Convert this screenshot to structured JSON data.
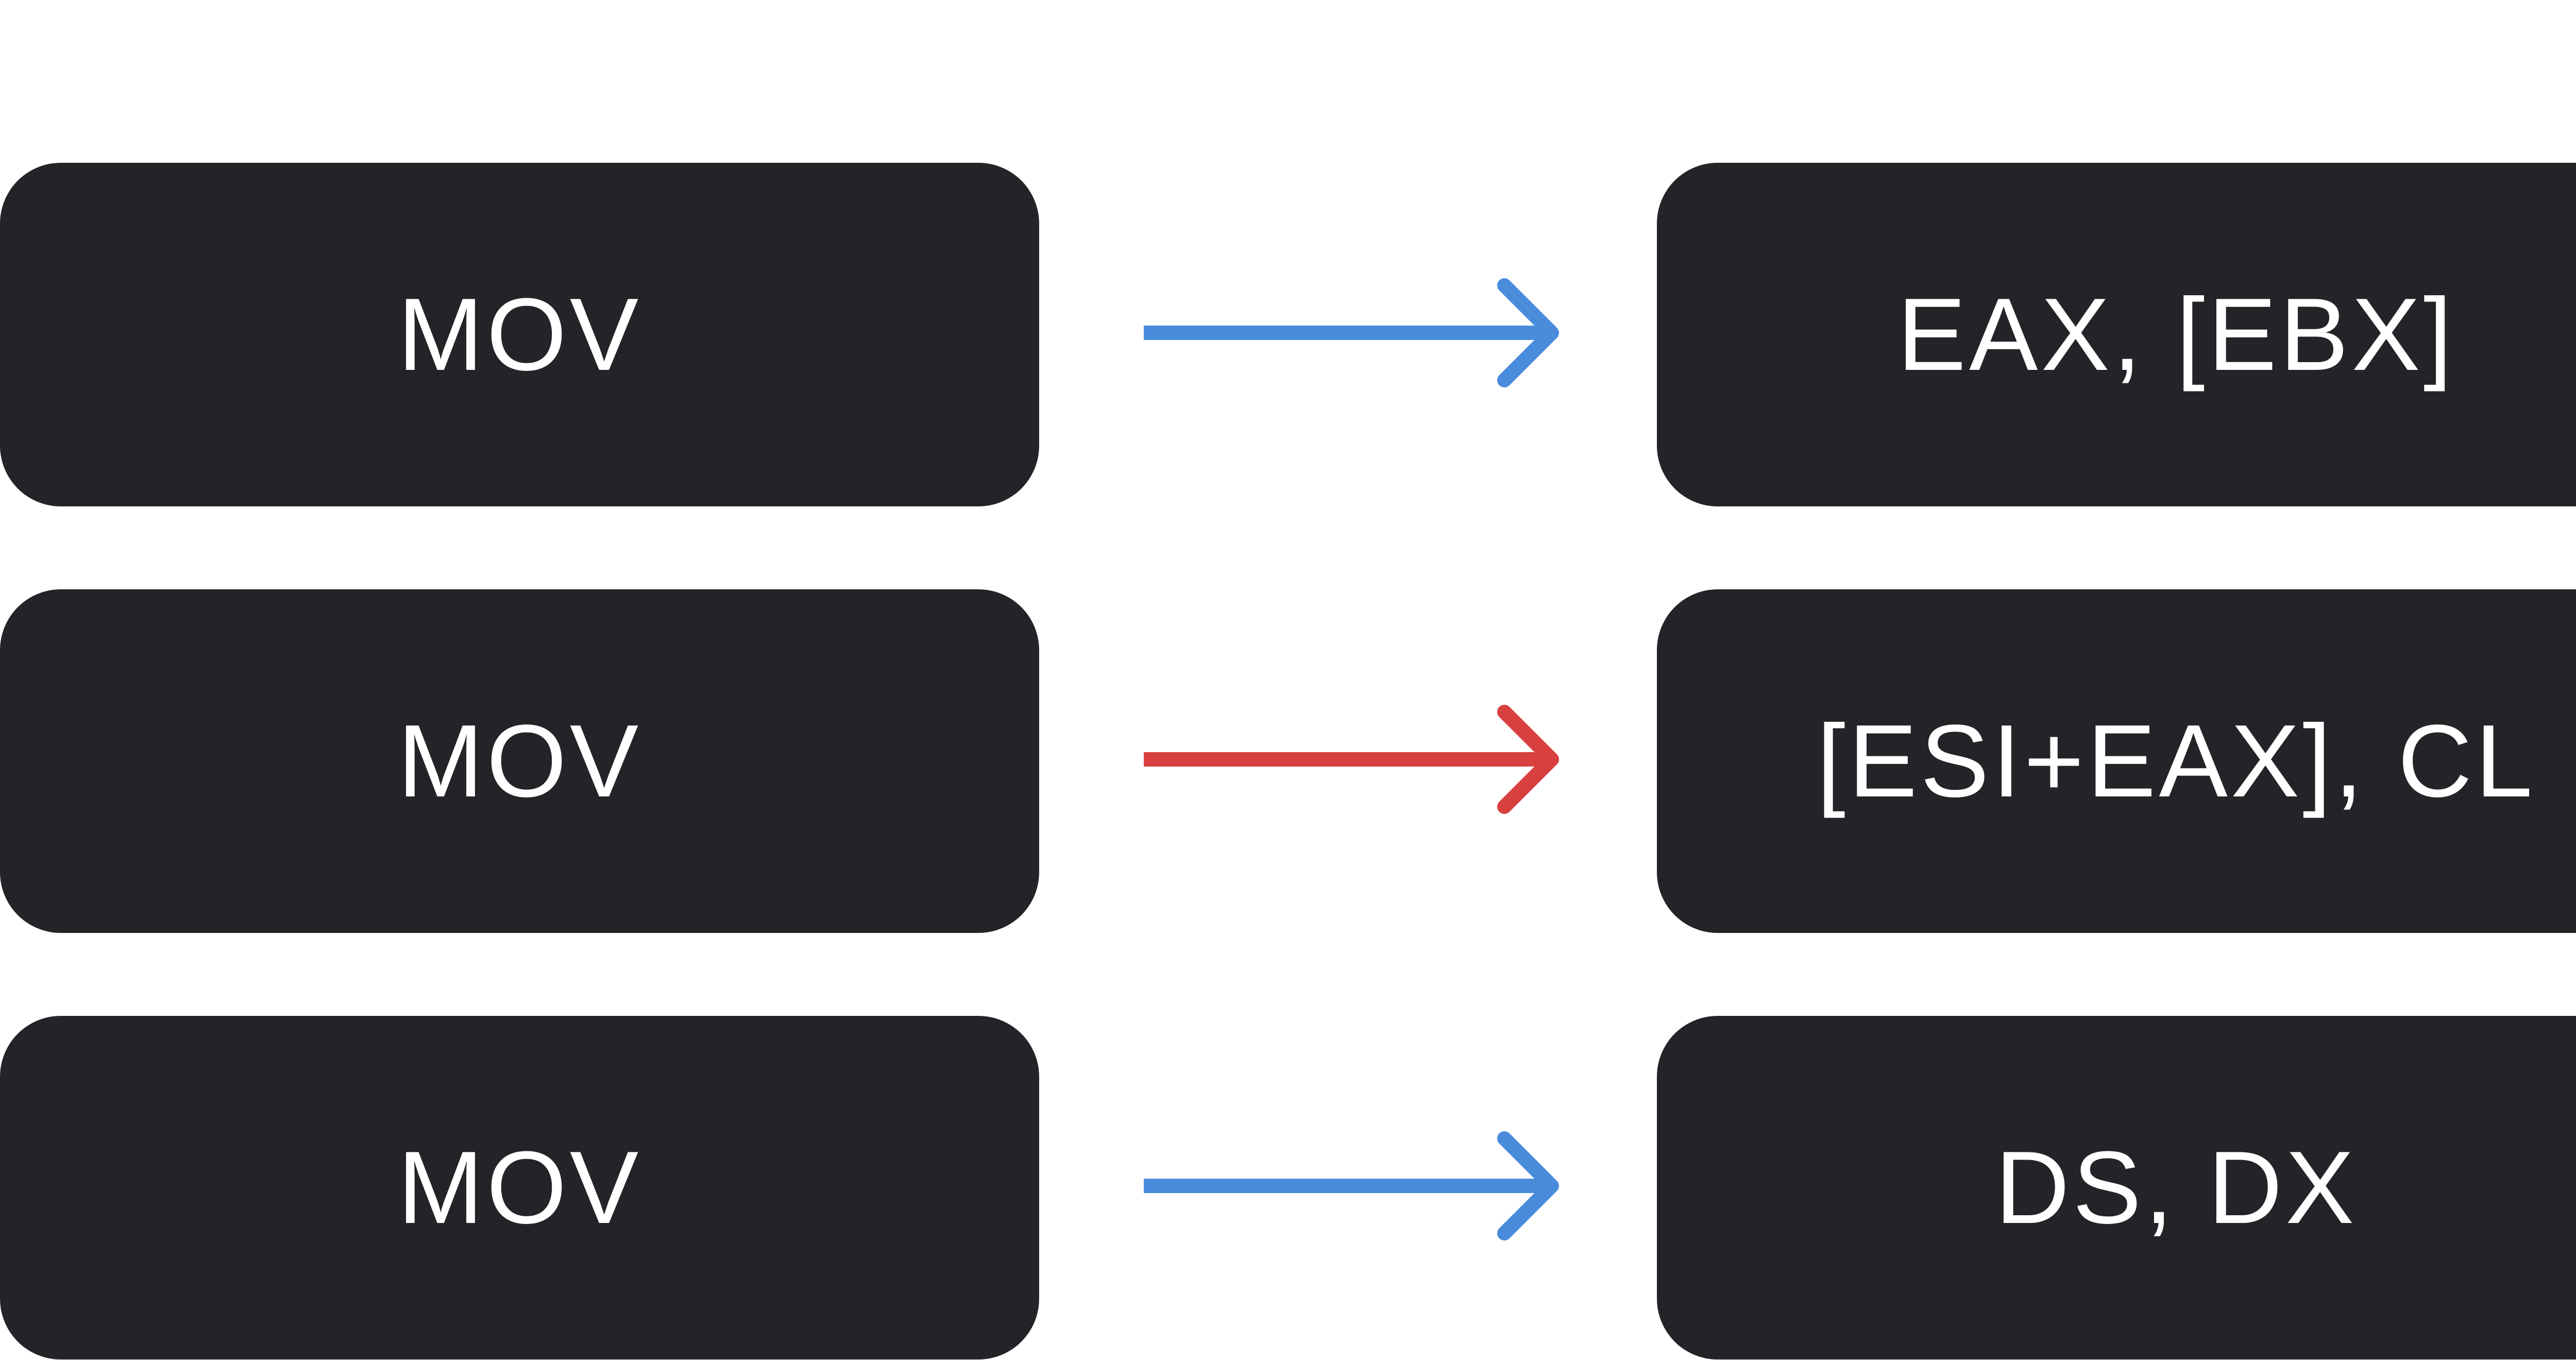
{
  "colors": {
    "background": "#ffffff",
    "box_fill": "#232428",
    "box_text": "#ffffff",
    "arrow_blue": "#4a8cdc",
    "arrow_red": "#d84040"
  },
  "rows": [
    {
      "source": "MOV",
      "target": "EAX, [EBX]",
      "arrow_color": "#4a8cdc"
    },
    {
      "source": "MOV",
      "target": "[ESI+EAX], CL",
      "arrow_color": "#d84040"
    },
    {
      "source": "MOV",
      "target": "DS, DX",
      "arrow_color": "#4a8cdc"
    }
  ]
}
